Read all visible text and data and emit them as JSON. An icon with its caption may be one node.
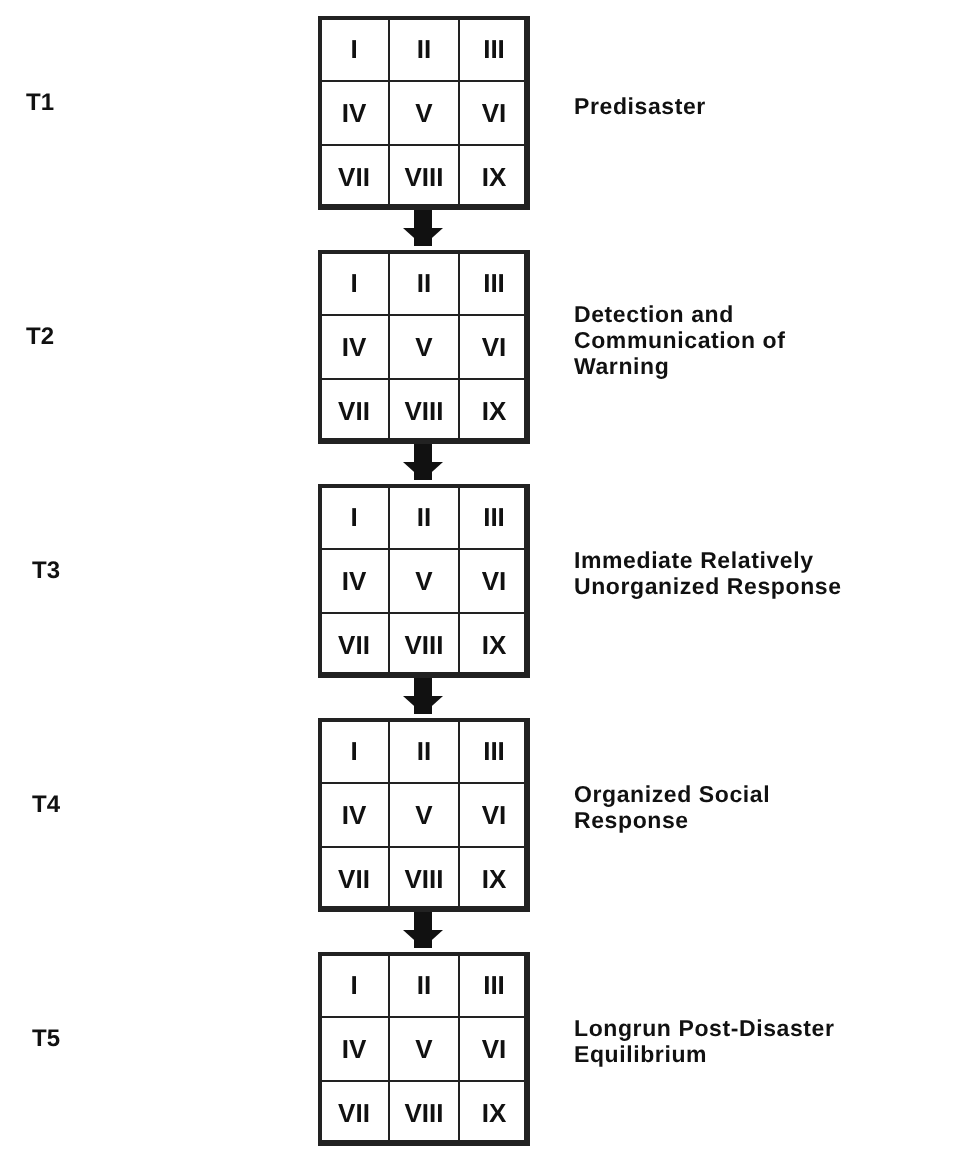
{
  "diagram": {
    "nodes": [
      {
        "text": [],
        "shape": "box",
        "beside": [
          "Predisaster"
        ]
      },
      {
        "text": [
          "I"
        ],
        "in": 0
      },
      {
        "text": [
          "II"
        ],
        "in": 0
      },
      {
        "text": [
          "III"
        ],
        "in": 0
      },
      {
        "text": [
          "IV"
        ],
        "in": 0
      },
      {
        "text": [
          "V"
        ],
        "in": 0
      },
      {
        "text": [
          "VI"
        ],
        "in": 0
      },
      {
        "text": [
          "VII"
        ],
        "in": 0
      },
      {
        "text": [
          "VIII"
        ],
        "in": 0
      },
      {
        "text": [
          "IX"
        ],
        "in": 0
      },
      {
        "text": [],
        "shape": "box",
        "beside": [
          "Detection and Communication of Warning"
        ]
      },
      {
        "text": [
          "I"
        ],
        "in": 10
      },
      {
        "text": [
          "II"
        ],
        "in": 10
      },
      {
        "text": [
          "III"
        ],
        "in": 10
      },
      {
        "text": [
          "IV"
        ],
        "in": 10
      },
      {
        "text": [
          "V"
        ],
        "in": 10
      },
      {
        "text": [
          "VI"
        ],
        "in": 10
      },
      {
        "text": [
          "VII"
        ],
        "in": 10
      },
      {
        "text": [
          "VIII"
        ],
        "in": 10
      },
      {
        "text": [
          "IX"
        ],
        "in": 10
      },
      {
        "text": [],
        "shape": "box",
        "beside": [
          "Immediate Relatively Unorganized Response"
        ]
      },
      {
        "text": [
          "I"
        ],
        "in": 20
      },
      {
        "text": [
          "II"
        ],
        "in": 20
      },
      {
        "text": [
          "III"
        ],
        "in": 20
      },
      {
        "text": [
          "IV"
        ],
        "in": 20
      },
      {
        "text": [
          "V"
        ],
        "in": 20
      },
      {
        "text": [
          "VI"
        ],
        "in": 20
      },
      {
        "text": [
          "VII"
        ],
        "in": 20
      },
      {
        "text": [
          "VIII"
        ],
        "in": 20
      },
      {
        "text": [
          "IX"
        ],
        "in": 20
      },
      {
        "text": [],
        "shape": "box",
        "beside": [
          "Organized Social Response"
        ]
      },
      {
        "text": [
          "I"
        ],
        "in": 30
      },
      {
        "text": [
          "II"
        ],
        "in": 30
      },
      {
        "text": [
          "III"
        ],
        "in": 30
      },
      {
        "text": [
          "IV"
        ],
        "in": 30
      },
      {
        "text": [
          "V"
        ],
        "in": 30
      },
      {
        "text": [
          "VI"
        ],
        "in": 30
      },
      {
        "text": [
          "VII"
        ],
        "in": 30
      },
      {
        "text": [
          "VIII"
        ],
        "in": 30
      },
      {
        "text": [
          "IX"
        ],
        "in": 30
      },
      {
        "text": [],
        "shape": "box",
        "beside": [
          "Longrun Post-Disaster Equilibrium"
        ]
      },
      {
        "text": [
          "I"
        ],
        "in": 40
      },
      {
        "text": [
          "II"
        ],
        "in": 40
      },
      {
        "text": [
          "III"
        ],
        "in": 40
      },
      {
        "text": [
          "IV"
        ],
        "in": 40
      },
      {
        "text": [
          "V"
        ],
        "in": 40
      },
      {
        "text": [
          "VI"
        ],
        "in": 40
      },
      {
        "text": [
          "VII"
        ],
        "in": 40
      },
      {
        "text": [
          "VIII"
        ],
        "in": 40
      },
      {
        "text": [
          "IX"
        ],
        "in": 40
      }
    ],
    "edges": [
      {
        "from": 0,
        "to": 10,
        "arrow": "to"
      },
      {
        "from": 10,
        "to": 20,
        "arrow": "to"
      },
      {
        "from": 20,
        "to": 30,
        "arrow": "to"
      },
      {
        "from": 30,
        "to": 40,
        "arrow": "to"
      }
    ],
    "labels": [
      "T1",
      "T2",
      "T3",
      "T4",
      "T5"
    ]
  }
}
